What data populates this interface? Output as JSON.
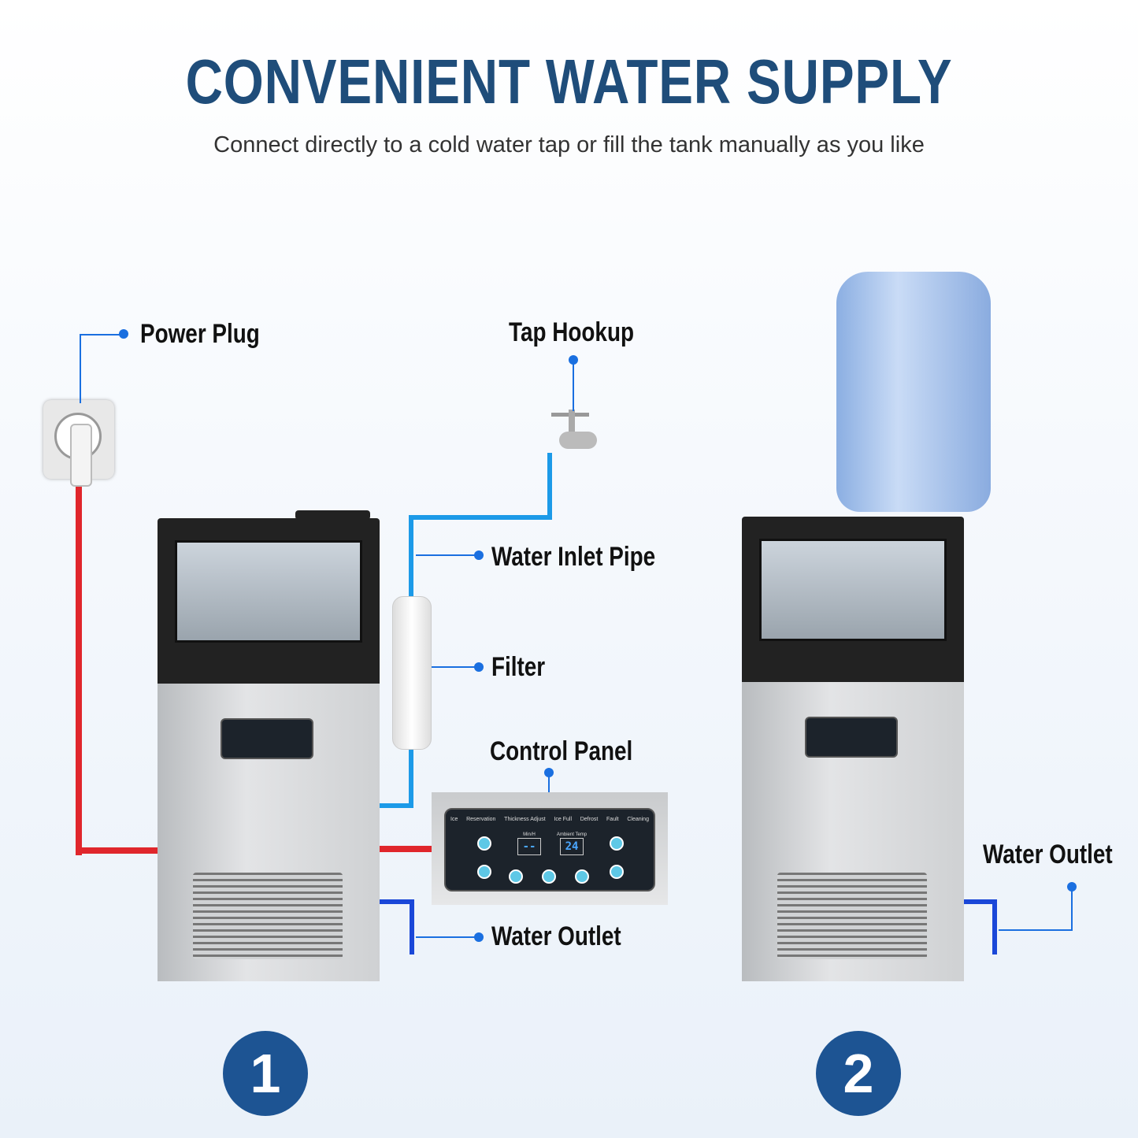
{
  "header": {
    "title": "CONVENIENT WATER SUPPLY",
    "subtitle": "Connect directly to a cold water tap or fill the tank manually as you like"
  },
  "labels": {
    "power_plug": "Power Plug",
    "tap_hookup": "Tap Hookup",
    "water_inlet_pipe": "Water Inlet Pipe",
    "filter": "Filter",
    "control_panel": "Control Panel",
    "water_outlet_1": "Water Outlet",
    "water_outlet_2": "Water Outlet"
  },
  "control_panel": {
    "indicators": [
      "Ice",
      "Reservation",
      "Thickness Adjust",
      "Ice Full",
      "Defrost",
      "Fault",
      "Cleaning"
    ],
    "display_left_label": "Min/H",
    "display_right_label": "Ambient Temp",
    "display_left": "--",
    "display_right": "24"
  },
  "options": [
    "1",
    "2"
  ],
  "colors": {
    "title": "#1f4d7a",
    "accent": "#1a6fe0",
    "badge": "#1d5493",
    "power": "#e0262c",
    "water": "#1c9ae8"
  }
}
